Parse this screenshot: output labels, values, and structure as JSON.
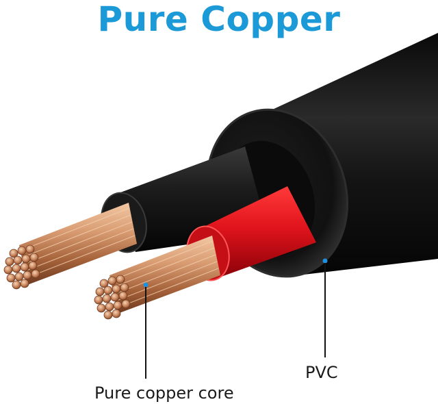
{
  "title": "Pure Copper",
  "labels": {
    "insulation": "PVC",
    "conductor": "Pure copper core"
  },
  "colors": {
    "title": "#1c9ad8",
    "marker": "#1e90e0",
    "jacket": "#101010",
    "inner_insulation_black": "#161616",
    "inner_insulation_red": "#e0141c",
    "copper": "#c8865a"
  },
  "components": [
    "outer-jacket",
    "black-insulated-wire",
    "red-insulated-wire",
    "copper-strands"
  ]
}
